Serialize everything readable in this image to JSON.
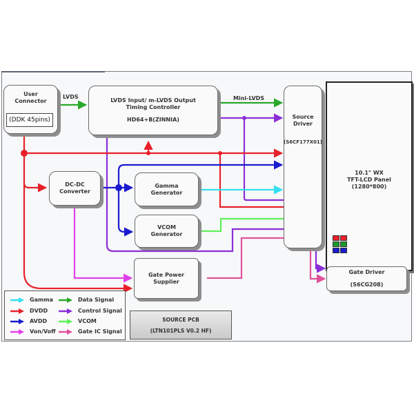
{
  "blocks": {
    "user_connector": {
      "line1": "User",
      "line2": "Connector",
      "part": "(DDK 45pins)"
    },
    "timing_controller": {
      "line1": "LVDS Input/ m-LVDS Output",
      "line2": "Timing Controller",
      "part": "HD64+B(ZINNIA)"
    },
    "source_driver": {
      "line1": "Source",
      "line2": "Driver",
      "part": "(S6CF177X01)"
    },
    "panel": {
      "line1": "10.1\" WX",
      "line2": "TFT-LCD Panel",
      "line3": "(1280*800)"
    },
    "dcdc": {
      "line1": "DC-DC",
      "line2": "Converter"
    },
    "gamma": {
      "line1": "Gamma",
      "line2": "Generator"
    },
    "vcom": {
      "line1": "VCOM",
      "line2": "Generator"
    },
    "gate_power": {
      "line1": "Gate Power",
      "line2": "Supplier"
    },
    "gate_driver": {
      "line1": "Gate Driver",
      "part": "(S6CG208)"
    }
  },
  "wire_labels": {
    "lvds": "LVDS",
    "mini_lvds": "Mini-LVDS"
  },
  "colors": {
    "gamma": "#33e0f0",
    "dvdd": "#e8202a",
    "avdd": "#1a1ad0",
    "von_voff": "#e040e8",
    "data_signal": "#2aa82a",
    "control_signal": "#8a2ed8",
    "vcom": "#5ef05a",
    "gate_ic_signal": "#e0509a"
  },
  "legend": [
    {
      "label": "Gamma",
      "color_key": "gamma"
    },
    {
      "label": "DVDD",
      "color_key": "dvdd"
    },
    {
      "label": "AVDD",
      "color_key": "avdd"
    },
    {
      "label": "Von/Voff",
      "color_key": "von_voff"
    },
    {
      "label": "Data Signal",
      "color_key": "data_signal"
    },
    {
      "label": "Control Signal",
      "color_key": "control_signal"
    },
    {
      "label": "VCOM",
      "color_key": "vcom"
    },
    {
      "label": "Gate IC Signal",
      "color_key": "gate_ic_signal"
    }
  ],
  "pcb": {
    "title": "SOURCE PCB",
    "model": "(LTN101PLS V0.2 HF)"
  },
  "pixel_icon": {
    "colors": [
      "#e8202a",
      "#1a9a2a",
      "#1a1ad0"
    ]
  }
}
